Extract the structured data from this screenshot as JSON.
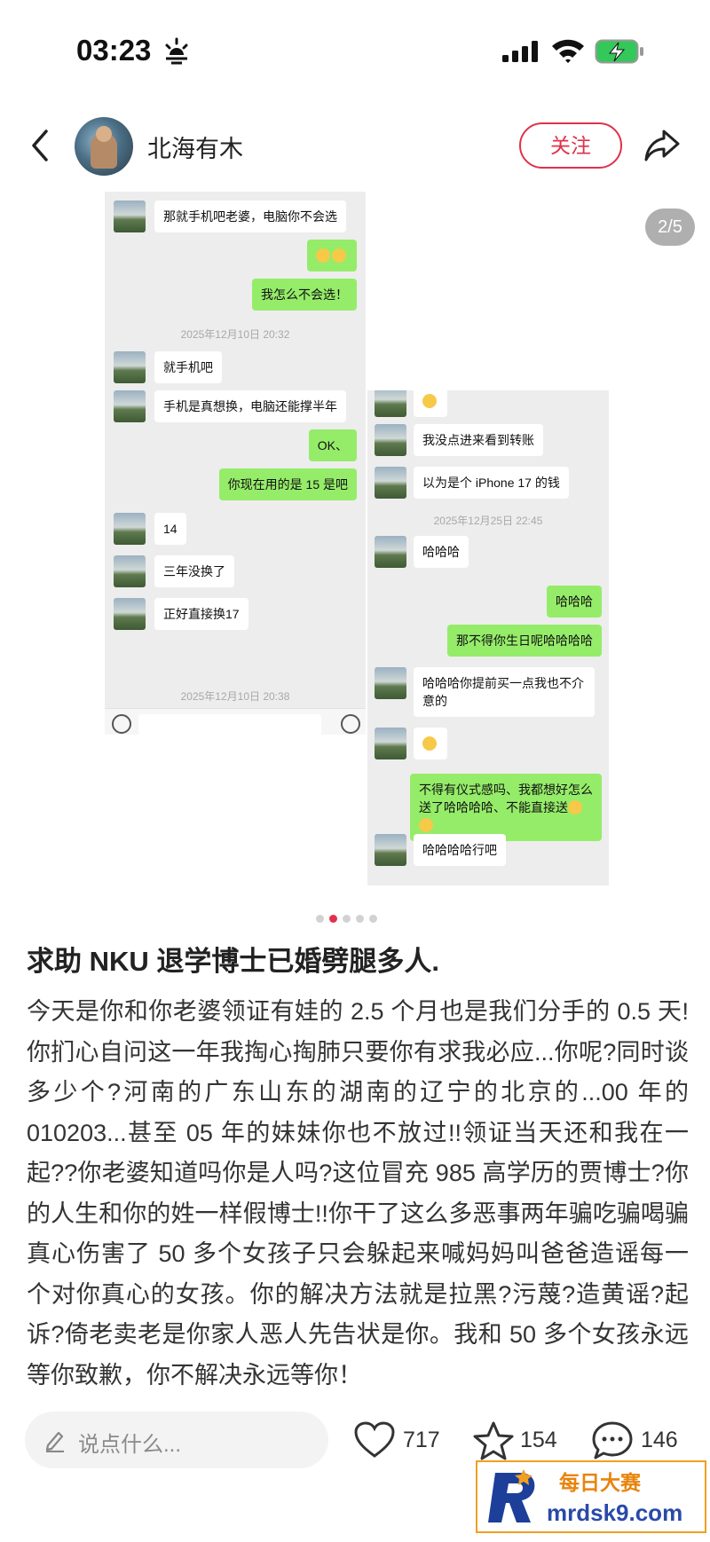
{
  "status_bar": {
    "time": "03:23"
  },
  "header": {
    "username": "北海有木",
    "follow_label": "关注"
  },
  "gallery": {
    "counter": "2/5",
    "active_index": 1,
    "total": 5
  },
  "chat1": {
    "messages": [
      {
        "side": "in",
        "text": "那就手机吧老婆，电脑你不会选"
      },
      {
        "side": "out",
        "text": ""
      },
      {
        "side": "out",
        "text": "我怎么不会选！"
      },
      {
        "side": "ts",
        "text": "2025年12月10日 20:32"
      },
      {
        "side": "in",
        "text": "就手机吧"
      },
      {
        "side": "in",
        "text": "手机是真想换，电脑还能撑半年"
      },
      {
        "side": "out",
        "text": "OK、"
      },
      {
        "side": "out",
        "text": "你现在用的是 15 是吧"
      },
      {
        "side": "in",
        "text": "14"
      },
      {
        "side": "in",
        "text": "三年没换了"
      },
      {
        "side": "in",
        "text": "正好直接换17"
      },
      {
        "side": "ts",
        "text": "2025年12月10日 20:38"
      }
    ]
  },
  "chat2": {
    "messages": [
      {
        "side": "in",
        "text": ""
      },
      {
        "side": "in",
        "text": "我没点进来看到转账"
      },
      {
        "side": "in",
        "text": "以为是个 iPhone 17 的钱"
      },
      {
        "side": "ts",
        "text": "2025年12月25日 22:45"
      },
      {
        "side": "in",
        "text": "哈哈哈"
      },
      {
        "side": "out",
        "text": "哈哈哈"
      },
      {
        "side": "out",
        "text": "那不得你生日呢哈哈哈哈"
      },
      {
        "side": "in",
        "text": "哈哈哈你提前买一点我也不介意的"
      },
      {
        "side": "in",
        "text": ""
      },
      {
        "side": "out",
        "text": "不得有仪式感吗、我都想好怎么送了哈哈哈哈、不能直接送"
      },
      {
        "side": "in",
        "text": "哈哈哈哈行吧"
      }
    ]
  },
  "post": {
    "title": "求助 NKU 退学博士已婚劈腿多人.",
    "body": "今天是你和你老婆领证有娃的 2.5 个月也是我们分手的 0.5 天!你扪心自问这一年我掏心掏肺只要你有求我必应...你呢?同时谈多少个?河南的广东山东的湖南的辽宁的北京的...00 年的 010203...甚至 05 年的妹妹你也不放过!!领证当天还和我在一起??你老婆知道吗你是人吗?这位冒充 985 高学历的贾博士?你的人生和你的姓一样假博士!!你干了这么多恶事两年骗吃骗喝骗真心伤害了 50 多个女孩子只会躲起来喊妈妈叫爸爸造谣每一个对你真心的女孩。你的解决方法就是拉黑?污蔑?造黄谣?起诉?倚老卖老是你家人恶人先告状是你。我和 50 多个女孩永远等你致歉，你不解决永远等你！"
  },
  "bottom_bar": {
    "comment_placeholder": "说点什么...",
    "likes": "717",
    "favorites": "154",
    "comments": "146"
  },
  "watermark": {
    "line1": "每日大赛",
    "line2": "mrdsk9.com"
  },
  "colors": {
    "accent": "#e0314b",
    "wechat_green": "#95ec69",
    "chat_bg": "#ededed"
  }
}
